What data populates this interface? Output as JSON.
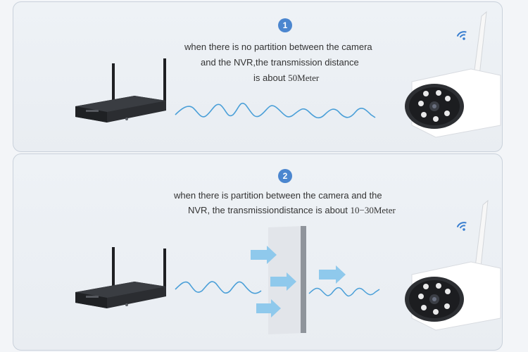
{
  "panels": [
    {
      "badge": "1",
      "caption": {
        "line1": "when there is no partition between the camera",
        "line2": "and the NVR,the transmission distance",
        "line3_text": "is about ",
        "line3_distance": "50Meter"
      }
    },
    {
      "badge": "2",
      "caption": {
        "line1": "when there is partition between the camera and the",
        "line2_text": "NVR, the transmissiondistance is about ",
        "line2_distance": "10−30Meter"
      }
    }
  ],
  "colors": {
    "badge": "#4b86cf",
    "wave": "#4a9fd8",
    "arrow": "#8fc9ec",
    "wifi": "#3a7fd0",
    "nvr": "#2b2d31",
    "camera": "#ffffff",
    "wall": "#e6e9ee"
  },
  "icons": [
    "wifi-signal-icon",
    "nvr-recorder-icon",
    "ip-camera-icon",
    "partition-wall-icon",
    "signal-arrow-icon"
  ]
}
